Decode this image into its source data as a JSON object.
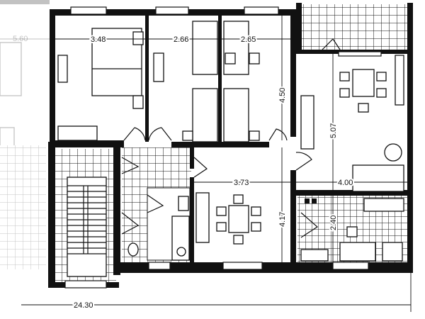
{
  "plan": {
    "dimensions": {
      "neighbor_width": "5.60",
      "bedroom1_width": "3.48",
      "bedroom2_width": "2.66",
      "bedroom3_width": "2.65",
      "bedroom_depth": "4.50",
      "living_depth": "5.07",
      "dining_width": "3.73",
      "dining_depth": "4.17",
      "living_width": "4.00",
      "kitchen_depth": "2.40",
      "total_width": "24.30"
    },
    "colors": {
      "ink": "#111111",
      "paper": "#ffffff"
    }
  }
}
